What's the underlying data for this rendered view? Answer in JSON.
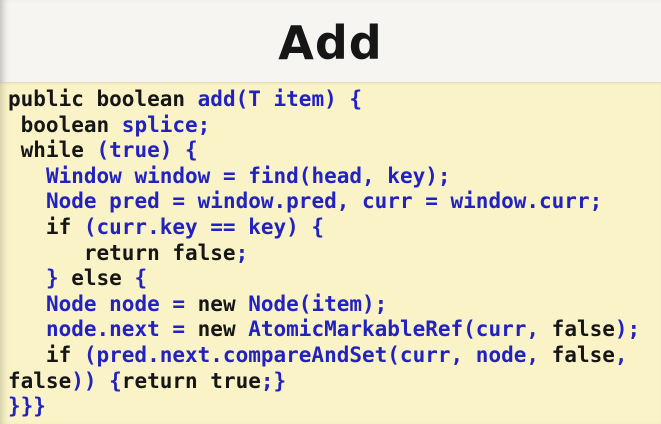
{
  "title": "Add",
  "colors": {
    "page_bg": "#f6f5f2",
    "code_bg": "#f9f3c7",
    "code_text": "#161616",
    "code_accent": "#2222c0"
  },
  "code": {
    "language": "java",
    "lines": [
      [
        {
          "t": "public boolean ",
          "c": "k"
        },
        {
          "t": "add(T item) {",
          "c": "b"
        }
      ],
      [
        {
          "t": " boolean ",
          "c": "k"
        },
        {
          "t": "splice;",
          "c": "b"
        }
      ],
      [
        {
          "t": " while ",
          "c": "k"
        },
        {
          "t": "(true) {",
          "c": "b"
        }
      ],
      [
        {
          "t": "   ",
          "c": "k"
        },
        {
          "t": "Window window = find(head, key);",
          "c": "b"
        }
      ],
      [
        {
          "t": "   ",
          "c": "k"
        },
        {
          "t": "Node pred = window.pred, curr = window.curr;",
          "c": "b"
        }
      ],
      [
        {
          "t": "   if ",
          "c": "k"
        },
        {
          "t": "(curr.key == key) {",
          "c": "b"
        }
      ],
      [
        {
          "t": "      return false",
          "c": "k"
        },
        {
          "t": ";",
          "c": "b"
        }
      ],
      [
        {
          "t": "   ",
          "c": "k"
        },
        {
          "t": "} ",
          "c": "b"
        },
        {
          "t": "else ",
          "c": "k"
        },
        {
          "t": "{",
          "c": "b"
        }
      ],
      [
        {
          "t": "   ",
          "c": "k"
        },
        {
          "t": "Node node = ",
          "c": "b"
        },
        {
          "t": "new ",
          "c": "k"
        },
        {
          "t": "Node(item);",
          "c": "b"
        }
      ],
      [
        {
          "t": "   ",
          "c": "k"
        },
        {
          "t": "node.next = ",
          "c": "b"
        },
        {
          "t": "new ",
          "c": "k"
        },
        {
          "t": "AtomicMarkableRef(curr, ",
          "c": "b"
        },
        {
          "t": "false",
          "c": "k"
        },
        {
          "t": ");",
          "c": "b"
        }
      ],
      [
        {
          "t": "   if ",
          "c": "k"
        },
        {
          "t": "(pred.next.compareAndSet(curr, node, ",
          "c": "b"
        },
        {
          "t": "false",
          "c": "k"
        },
        {
          "t": ",",
          "c": "b"
        }
      ],
      [
        {
          "t": "false",
          "c": "k"
        },
        {
          "t": ")) {",
          "c": "b"
        },
        {
          "t": "return true",
          "c": "k"
        },
        {
          "t": ";}",
          "c": "b"
        }
      ],
      [
        {
          "t": "}}}",
          "c": "b"
        }
      ]
    ]
  }
}
